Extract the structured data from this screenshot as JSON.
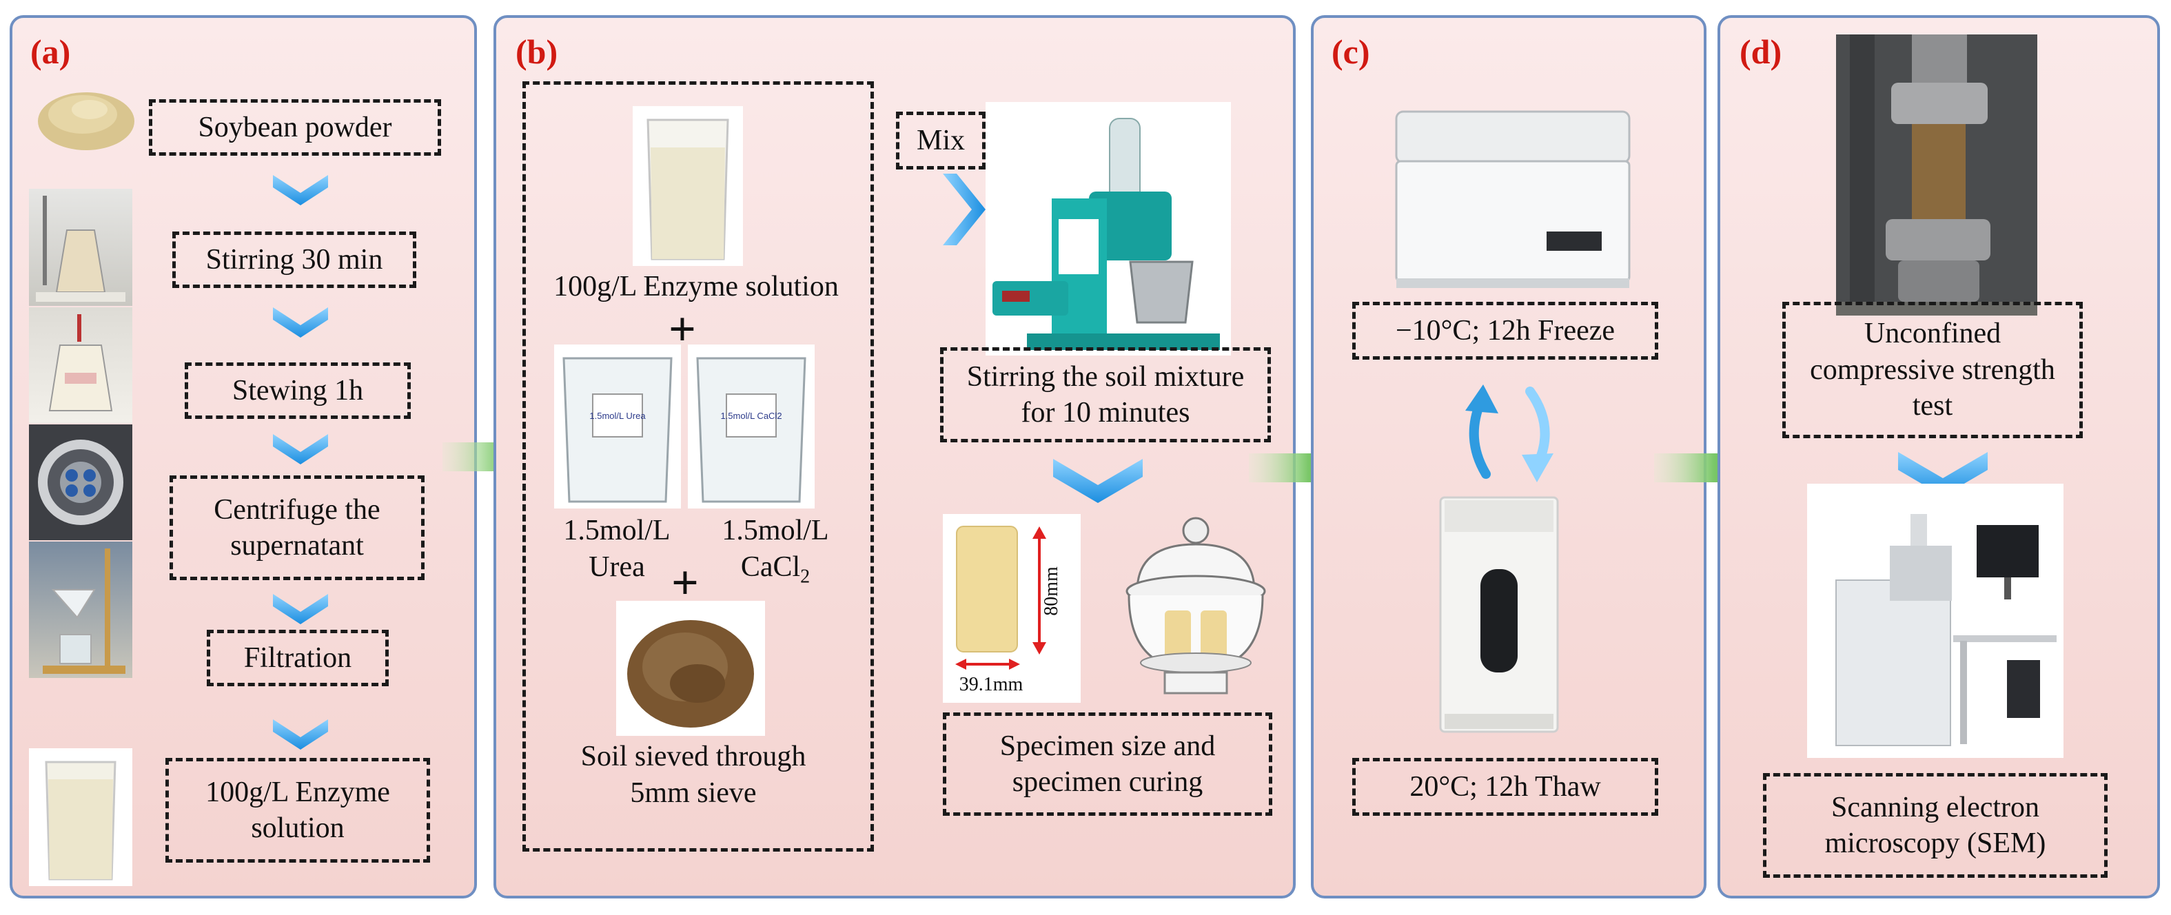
{
  "panels": {
    "a": {
      "label": "(a)",
      "steps": [
        "Soybean powder",
        "Stirring 30 min",
        "Stewing 1h",
        "Centrifuge the supernatant",
        "Filtration",
        "100g/L Enzyme solution"
      ]
    },
    "b": {
      "label": "(b)",
      "enzyme_caption": "100g/L Enzyme solution",
      "urea_caption": "1.5mol/L Urea",
      "urea_beaker_label": "1.5mol/L Urea",
      "cacl2_caption_main": "1.5mol/L CaCl",
      "cacl2_subscript": "2",
      "cacl2_beaker_label": "1.5mol/L CaCl2",
      "soil_caption": "Soil sieved through 5mm sieve",
      "mix_label": "Mix",
      "stirring_caption": "Stirring the soil mixture for 10 minutes",
      "height_dim": "80mm",
      "width_dim": "39.1mm",
      "specimen_caption": "Specimen size and specimen curing"
    },
    "c": {
      "label": "(c)",
      "freeze_caption": "−10°C; 12h Freeze",
      "thaw_caption": "20°C; 12h Thaw"
    },
    "d": {
      "label": "(d)",
      "ucs_caption": "Unconfined compressive strength test",
      "sem_caption": "Scanning electron microscopy (SEM)"
    }
  },
  "colors": {
    "panel_border": "#6f8fc2",
    "label_red": "#d11a12",
    "chevron_blue": "#2f9be0",
    "arrow_green": "#3cae3a",
    "dim_red": "#e02020"
  }
}
